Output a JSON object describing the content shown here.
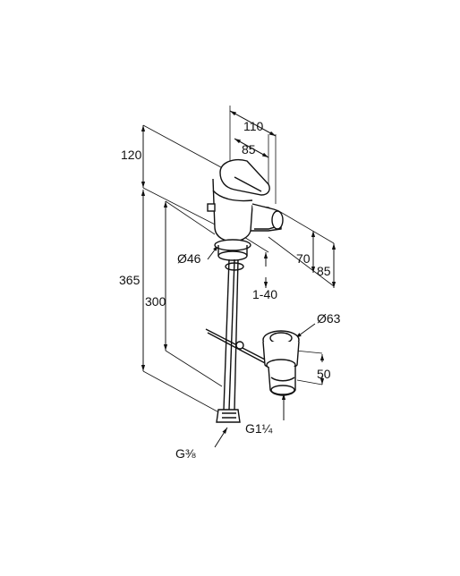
{
  "labels": {
    "dim_110": "110",
    "dim_85_top": "85",
    "dim_120": "120",
    "dim_365": "365",
    "dim_300": "300",
    "dim_d46": "Ø46",
    "dim_70": "70",
    "dim_85_right": "85",
    "dim_1_40": "1-40",
    "dim_d63": "Ø63",
    "dim_50": "50",
    "dim_g114": "G1¼",
    "dim_g38": "G⅜"
  }
}
